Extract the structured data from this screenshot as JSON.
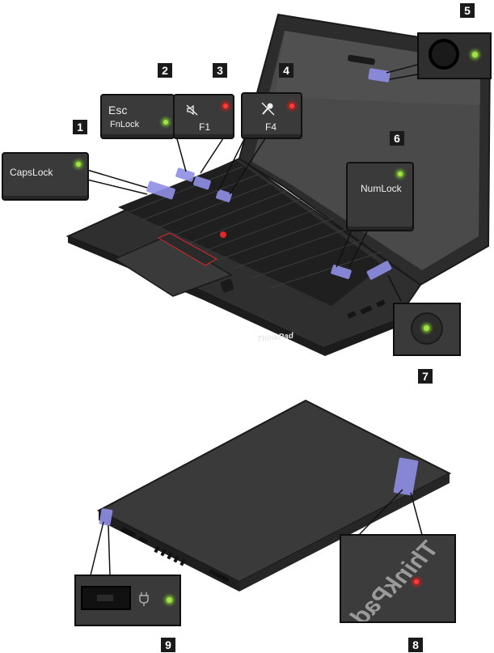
{
  "callouts": {
    "n1": "1",
    "n2": "2",
    "n3": "3",
    "n4": "4",
    "n5": "5",
    "n6": "6",
    "n7": "7",
    "n8": "8",
    "n9": "9"
  },
  "keys": {
    "capslock": "CapsLock",
    "esc": "Esc",
    "fnlock": "FnLock",
    "f1": "F1",
    "f4": "F4",
    "numlock": "NumLock"
  },
  "logo": {
    "keyboard": "ThinkPad",
    "lid": "ThinkPad"
  },
  "colors": {
    "indicator_green": "#a5e04a",
    "indicator_red": "#ff3b3b",
    "highlight": "#8f8fe6",
    "laptop_body": "#2f2f2f"
  },
  "icons": {
    "f1": "speaker-mute-icon",
    "f4": "microphone-mute-icon",
    "power_plug": "power-plug-icon"
  }
}
